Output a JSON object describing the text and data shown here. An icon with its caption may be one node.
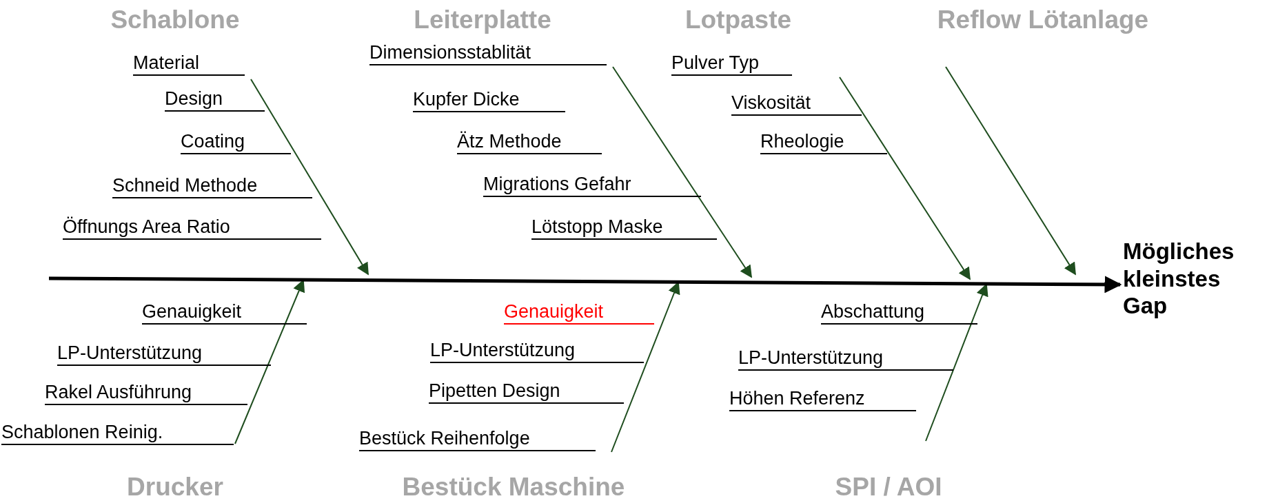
{
  "diagram": {
    "nodes": [
      {
        "text": [
          "Schablone"
        ]
      },
      {
        "text": [
          "Leiterplatte"
        ]
      },
      {
        "text": [
          "Lotpaste"
        ]
      },
      {
        "text": [
          "Reflow Lötanlage"
        ]
      },
      {
        "text": [
          "Mögliches kleinstes Gap"
        ]
      },
      {
        "text": [
          "Drucker"
        ]
      },
      {
        "text": [
          "Bestück Maschine"
        ]
      },
      {
        "text": [
          "SPI / AOI"
        ]
      }
    ],
    "edges": [
      {
        "from": 0,
        "to": null,
        "arrow": "to"
      },
      {
        "from": 1,
        "to": null,
        "arrow": "to"
      },
      {
        "from": 2,
        "to": null,
        "arrow": "to"
      },
      {
        "from": 3,
        "to": null,
        "arrow": "to"
      },
      {
        "from": 5,
        "to": null,
        "arrow": "to"
      },
      {
        "from": 6,
        "to": null,
        "arrow": "to"
      },
      {
        "from": 7,
        "to": null,
        "arrow": "to"
      },
      {
        "from": null,
        "to": 4,
        "arrow": "to",
        "style": "thick",
        "color": "#000000"
      }
    ],
    "labels": [
      "Material",
      "Design",
      "Coating",
      "Schneid Methode",
      "Öffnungs Area Ratio",
      "Dimensionsstablität",
      "Kupfer Dicke",
      "Ätz Methode",
      "Migrations Gefahr",
      "Lötstopp Maske",
      "Pulver Typ",
      "Viskosität",
      "Rheologie",
      "Genauigkeit",
      "LP-Unterstützung",
      "Rakel Ausführung",
      "Schablonen Reinig.",
      "Genauigkeit",
      "LP-Unterstützung",
      "Pipetten Design",
      "Bestück Reihenfolge",
      "Abschattung",
      "LP-Unterstützung",
      "Höhen Referenz"
    ]
  }
}
